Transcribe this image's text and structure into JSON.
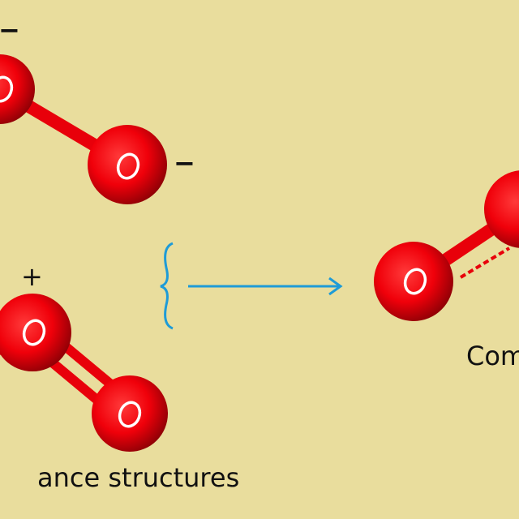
{
  "charges": {
    "top_minus_1": "−",
    "top_minus_2": "−",
    "bottom_plus": "+"
  },
  "atom_label": "O",
  "captions": {
    "left": "ance structures",
    "right": "Com"
  },
  "colors": {
    "background": "#E9DD9D",
    "atom": "#E8000A",
    "arrow": "#1E9BD7",
    "text": "#111111"
  }
}
